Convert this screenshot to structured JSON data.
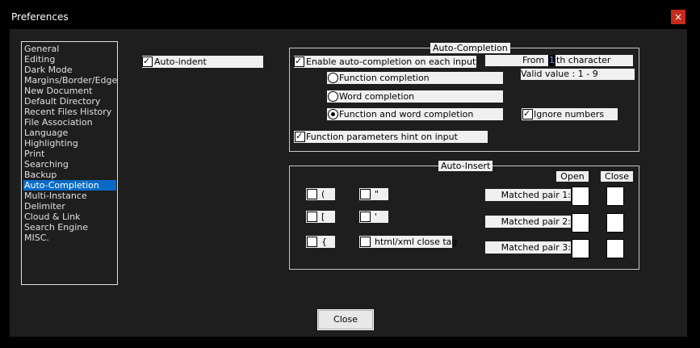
{
  "window": {
    "title": "Preferences",
    "close_glyph": "×"
  },
  "sidebar": {
    "items": [
      {
        "label": "General"
      },
      {
        "label": "Editing"
      },
      {
        "label": "Dark Mode"
      },
      {
        "label": "Margins/Border/Edge"
      },
      {
        "label": "New Document"
      },
      {
        "label": "Default Directory"
      },
      {
        "label": "Recent Files History"
      },
      {
        "label": "File Association"
      },
      {
        "label": "Language"
      },
      {
        "label": "Highlighting"
      },
      {
        "label": "Print"
      },
      {
        "label": "Searching"
      },
      {
        "label": "Backup"
      },
      {
        "label": "Auto-Completion"
      },
      {
        "label": "Multi-Instance"
      },
      {
        "label": "Delimiter"
      },
      {
        "label": "Cloud & Link"
      },
      {
        "label": "Search Engine"
      },
      {
        "label": "MISC."
      }
    ],
    "selected": "Auto-Completion"
  },
  "auto_indent": {
    "label": "Auto-indent",
    "checked": true
  },
  "auto_completion": {
    "group_title": "Auto-Completion",
    "enable_label": "Enable auto-completion on each input",
    "enable_checked": true,
    "from_label": "From",
    "from_value": "1",
    "th_char_label": "th character",
    "valid_value_label": "Valid value : 1 - 9",
    "radio_function": "Function completion",
    "radio_word": "Word completion",
    "radio_both": "Function and word completion",
    "radio_selected": "Function and word completion",
    "ignore_numbers_label": "Ignore numbers",
    "ignore_numbers_checked": true,
    "hint_label": "Function parameters hint on input",
    "hint_checked": true
  },
  "auto_insert": {
    "group_title": "Auto-Insert",
    "open_label": "Open",
    "close_label": "Close",
    "pairs": {
      "paren": "(",
      "bracket": "[",
      "brace": "{",
      "dquote": "\"",
      "squote": "'",
      "html_close": "html/xml close tag"
    },
    "matched": [
      {
        "label": "Matched pair 1:",
        "open": "",
        "close": ""
      },
      {
        "label": "Matched pair 2:",
        "open": "",
        "close": ""
      },
      {
        "label": "Matched pair 3:",
        "open": "",
        "close": ""
      }
    ]
  },
  "footer": {
    "close_button": "Close"
  }
}
